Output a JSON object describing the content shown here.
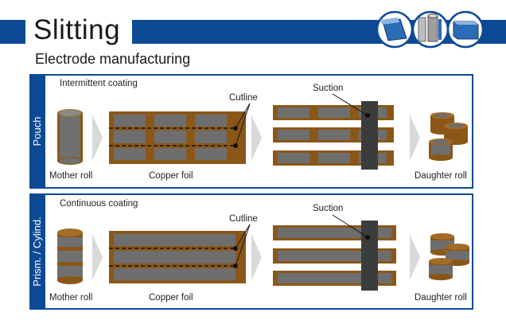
{
  "header": {
    "title": "Slitting",
    "subtitle": "Electrode manufacturing"
  },
  "colors": {
    "brand_blue": "#0d4a96",
    "foil_brown": "#8b5718",
    "coating_gray": "#6e6e6e",
    "arrow_gray": "#d9d9d9",
    "suction_dark": "#3c3c3c"
  },
  "icons": [
    "pouch-cell-icon",
    "cylindrical-cell-icon",
    "prismatic-cell-icon"
  ],
  "panels": [
    {
      "side_label": "Pouch",
      "coating_label": "Intermittent coating",
      "mother_roll_label": "Mother roll",
      "foil_label": "Copper foil",
      "cutline_label": "Cutline",
      "suction_label": "Suction",
      "daughter_roll_label": "Daughter roll"
    },
    {
      "side_label": "Prism. / Cylind.",
      "coating_label": "Continuous coating",
      "mother_roll_label": "Mother roll",
      "foil_label": "Copper foil",
      "cutline_label": "Cutline",
      "suction_label": "Suction",
      "daughter_roll_label": "Daughter roll"
    }
  ]
}
